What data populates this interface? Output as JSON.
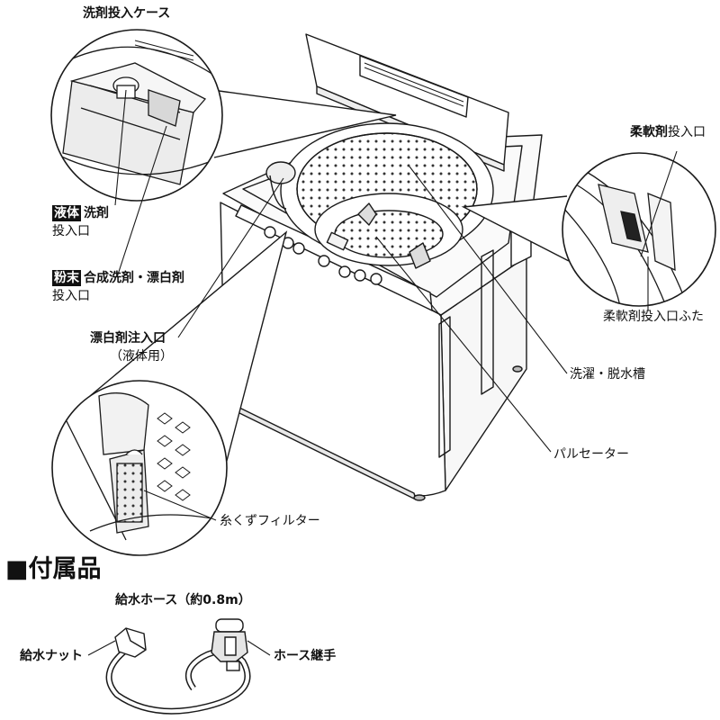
{
  "labels": {
    "detergent_case": "洗剤投入ケース",
    "liquid_tag": "液体",
    "liquid_word": "洗剤",
    "liquid_inlet": "投入口",
    "powder_tag": "粉末",
    "powder_word": "合成洗剤・漂白剤",
    "powder_inlet": "投入口",
    "bleach_inlet": "漂白剤注入口",
    "bleach_note": "（液体用）",
    "softener_bold": "柔軟剤",
    "softener_rest": "投入口",
    "softener_lid": "柔軟剤投入口ふた",
    "tub": "洗濯・脱水槽",
    "pulsator": "パルセーター",
    "lint_filter": "糸くずフィルター"
  },
  "accessories": {
    "heading": "■付属品",
    "hose": "給水ホース（約0.8m）",
    "nut": "給水ナット",
    "joint": "ホース継手"
  },
  "colors": {
    "line": "#1a1a1a",
    "machine": "#ffffff",
    "shade": "#d0d0d0",
    "tag_bg": "#111111"
  }
}
